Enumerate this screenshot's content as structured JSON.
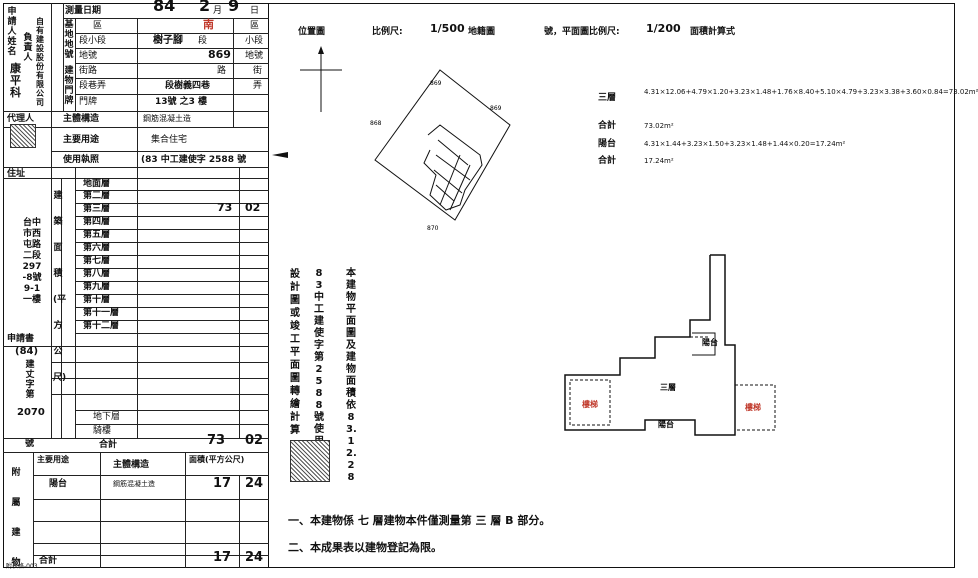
{
  "applicant": {
    "label_applicant": "申請人",
    "label_name": "姓名",
    "name_text": "自有建設股份有限公司",
    "responsible_label": "負責人",
    "responsible_name": "康平科",
    "agent_label": "代理人",
    "address_label": "住址",
    "address_text": "台中市西屯路二段297-8號 9-1 一樓",
    "application_label": "申請書",
    "application_year": "(84)",
    "application_text": "建丈字第",
    "application_no": "2070",
    "application_suffix": "號"
  },
  "survey": {
    "date_label": "測量日期",
    "date_year": "84",
    "date_month": "2",
    "month_unit": "月",
    "date_day": "9",
    "day_unit": "日",
    "base_label": "基地地號",
    "district_label": "區",
    "district_value": "南",
    "district_unit": "區",
    "section_label": "段小段",
    "section_value": "樹子腳",
    "section_unit": "段",
    "subsection_unit": "小段",
    "land_no_label": "地號",
    "land_no_value": "869",
    "land_no_unit": "地號",
    "building_label": "建物門牌",
    "street_label": "街路",
    "street_value": "路",
    "street_unit": "街",
    "alley_label": "段巷弄",
    "alley_value": "段樹義四巷",
    "alley_unit": "弄",
    "door_label": "門牌",
    "door_value": "13號 之3 樓",
    "structure_label": "主體構造",
    "structure_value": "鋼筋混凝土造",
    "use_label": "主要用途",
    "use_value": "集合住宅",
    "license_label": "使用執照",
    "license_value": "(83 中工建使字 2588 號"
  },
  "floors": {
    "area_label": "建築面積(平方公尺)",
    "rows": [
      {
        "name": "地面層",
        "int": "",
        "dec": ""
      },
      {
        "name": "第二層",
        "int": "",
        "dec": ""
      },
      {
        "name": "第三層",
        "int": "73",
        "dec": "02"
      },
      {
        "name": "第四層",
        "int": "",
        "dec": ""
      },
      {
        "name": "第五層",
        "int": "",
        "dec": ""
      },
      {
        "name": "第六層",
        "int": "",
        "dec": ""
      },
      {
        "name": "第七層",
        "int": "",
        "dec": ""
      },
      {
        "name": "第八層",
        "int": "",
        "dec": ""
      },
      {
        "name": "第九層",
        "int": "",
        "dec": ""
      },
      {
        "name": "第十層",
        "int": "",
        "dec": ""
      },
      {
        "name": "第十一層",
        "int": "",
        "dec": ""
      },
      {
        "name": "第十二層",
        "int": "",
        "dec": ""
      }
    ],
    "basement_label": "地下層",
    "arcade_label": "騎樓",
    "total_label": "合計",
    "total_int": "73",
    "total_dec": "02"
  },
  "annex": {
    "side_label": "附屬建物",
    "use_header": "主要用途",
    "structure_header": "主體構造",
    "area_header": "面積(平方公尺)",
    "row_use": "陽台",
    "row_structure": "鋼筋混凝土造",
    "row_int": "17",
    "row_dec": "24",
    "total_label": "合計",
    "total_int": "17",
    "total_dec": "24"
  },
  "drawing": {
    "location_label": "位置圖",
    "scale_label": "比例尺:",
    "scale_1": "1/500",
    "cadastral_label": "地籍圖",
    "plan_prefix": "號，平面圖比例尺:",
    "scale_2": "1/200",
    "area_calc_label": "面積計算式",
    "calc": [
      {
        "label": "三層",
        "formula": "4.31×12.06+4.79×1.20+3.23×1.48+1.76×8.40+5.10×4.79+3.23×3.38+3.60×0.84=73.02m²"
      },
      {
        "label": "合計",
        "formula": "73.02m²"
      },
      {
        "label": "陽台",
        "formula": "4.31×1.44+3.23×1.50+3.23×1.48+1.44×0.20=17.24m²"
      },
      {
        "label": "合計",
        "formula": "17.24m²"
      }
    ],
    "design_note": "設計圖或竣工平面圖轉繪計算",
    "license_vertical": "83中工建使字第2588號使用執照",
    "basis_note": "本建物平面圖及建物面積依83.12.28",
    "plan_labels": {
      "balcony": "陽台",
      "floor": "三層",
      "stair": "樓梯"
    },
    "lot_numbers": [
      "869",
      "869",
      "868",
      "870"
    ],
    "note_1": "一、本建物係 七 層建物本件僅測量第 三 層 B 部分。",
    "note_2": "二、本成果表以建物登記為限。"
  },
  "footer": {
    "form_code": "附表格-003"
  }
}
